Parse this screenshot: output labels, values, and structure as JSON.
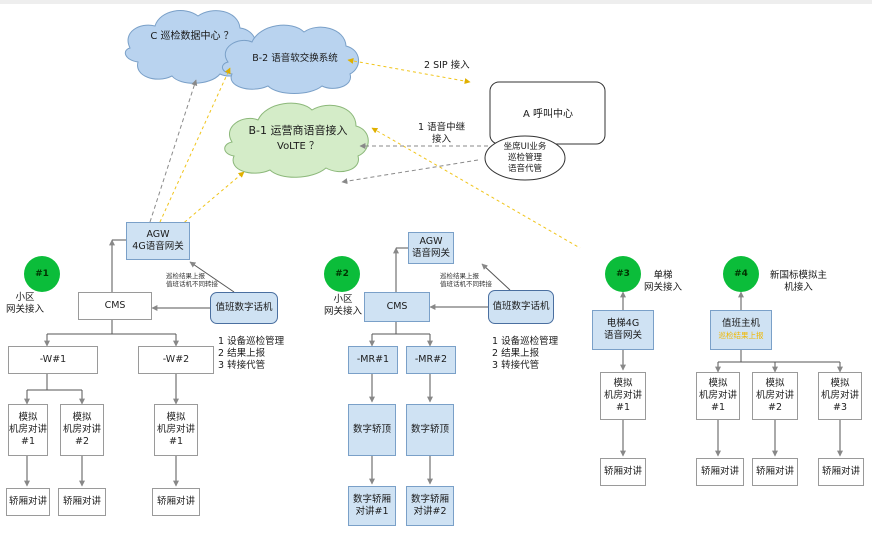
{
  "clouds": {
    "c_center": "C 巡检数据中心 ？",
    "b2_softswitch": "B-2  语音软交换系统",
    "b1_operator_title": "B-1 运营商语音接入",
    "b1_operator_sub": "VoLTE ？"
  },
  "call_center": {
    "title": "A 呼叫中心",
    "ellipse_text": "坐席UI业务\n巡检管理\n语音代管"
  },
  "links": {
    "sip": "2  SIP 接入",
    "trunk": "1  语音中继\n接入"
  },
  "site1": {
    "badge": "#1",
    "label": "小区\n网关接入",
    "agw": "AGW\n4G语音网关",
    "note": "巡检结果上报\n值班话机不同转接",
    "cms": "CMS",
    "duty_phone": "值班数字话机",
    "features": "1 设备巡检管理\n2 结果上报\n3 转接代管",
    "w1": "-W#1",
    "w2": "-W#2",
    "intercom_a": "模拟\n机房对讲\n#1",
    "intercom_b": "模拟\n机房对讲\n#2",
    "intercom_c": "模拟\n机房对讲\n#1",
    "car_a": "轿厢对讲",
    "car_b": "轿厢对讲",
    "car_c": "轿厢对讲"
  },
  "site2": {
    "badge": "#2",
    "label": "小区\n网关接入",
    "agw": "AGW\n语音网关",
    "note": "巡检结果上报\n值班话机不同转接",
    "cms": "CMS",
    "duty_phone": "值班数字话机",
    "features": "1 设备巡检管理\n2 结果上报\n3 转接代管",
    "mr1": "-MR#1",
    "mr2": "-MR#2",
    "roof_a": "数字轿顶",
    "roof_b": "数字轿顶",
    "car_a": "数字轿厢\n对讲#1",
    "car_b": "数字轿厢\n对讲#2"
  },
  "site3": {
    "badge": "#3",
    "label": "单梯\n网关接入",
    "gateway": "电梯4G\n语音网关",
    "intercom": "模拟\n机房对讲\n#1",
    "car": "轿厢对讲"
  },
  "site4": {
    "badge": "#4",
    "label": "新国标模拟主\n机接入",
    "host": "值班主机",
    "host_sub": "巡检结果上报",
    "intercom_1": "模拟\n机房对讲\n#1",
    "intercom_2": "模拟\n机房对讲\n#2",
    "intercom_3": "模拟\n机房对讲\n#3",
    "car_1": "轿厢对讲",
    "car_2": "轿厢对讲",
    "car_3": "轿厢对讲"
  },
  "colors": {
    "cloud_blue": "#b9d3ef",
    "cloud_green": "#d4ecc8",
    "badge_green": "#0bbd3a",
    "box_blue": "#cfe2f3",
    "dashed_yellow": "#f0c419",
    "dashed_gray": "#8a8a8a"
  }
}
